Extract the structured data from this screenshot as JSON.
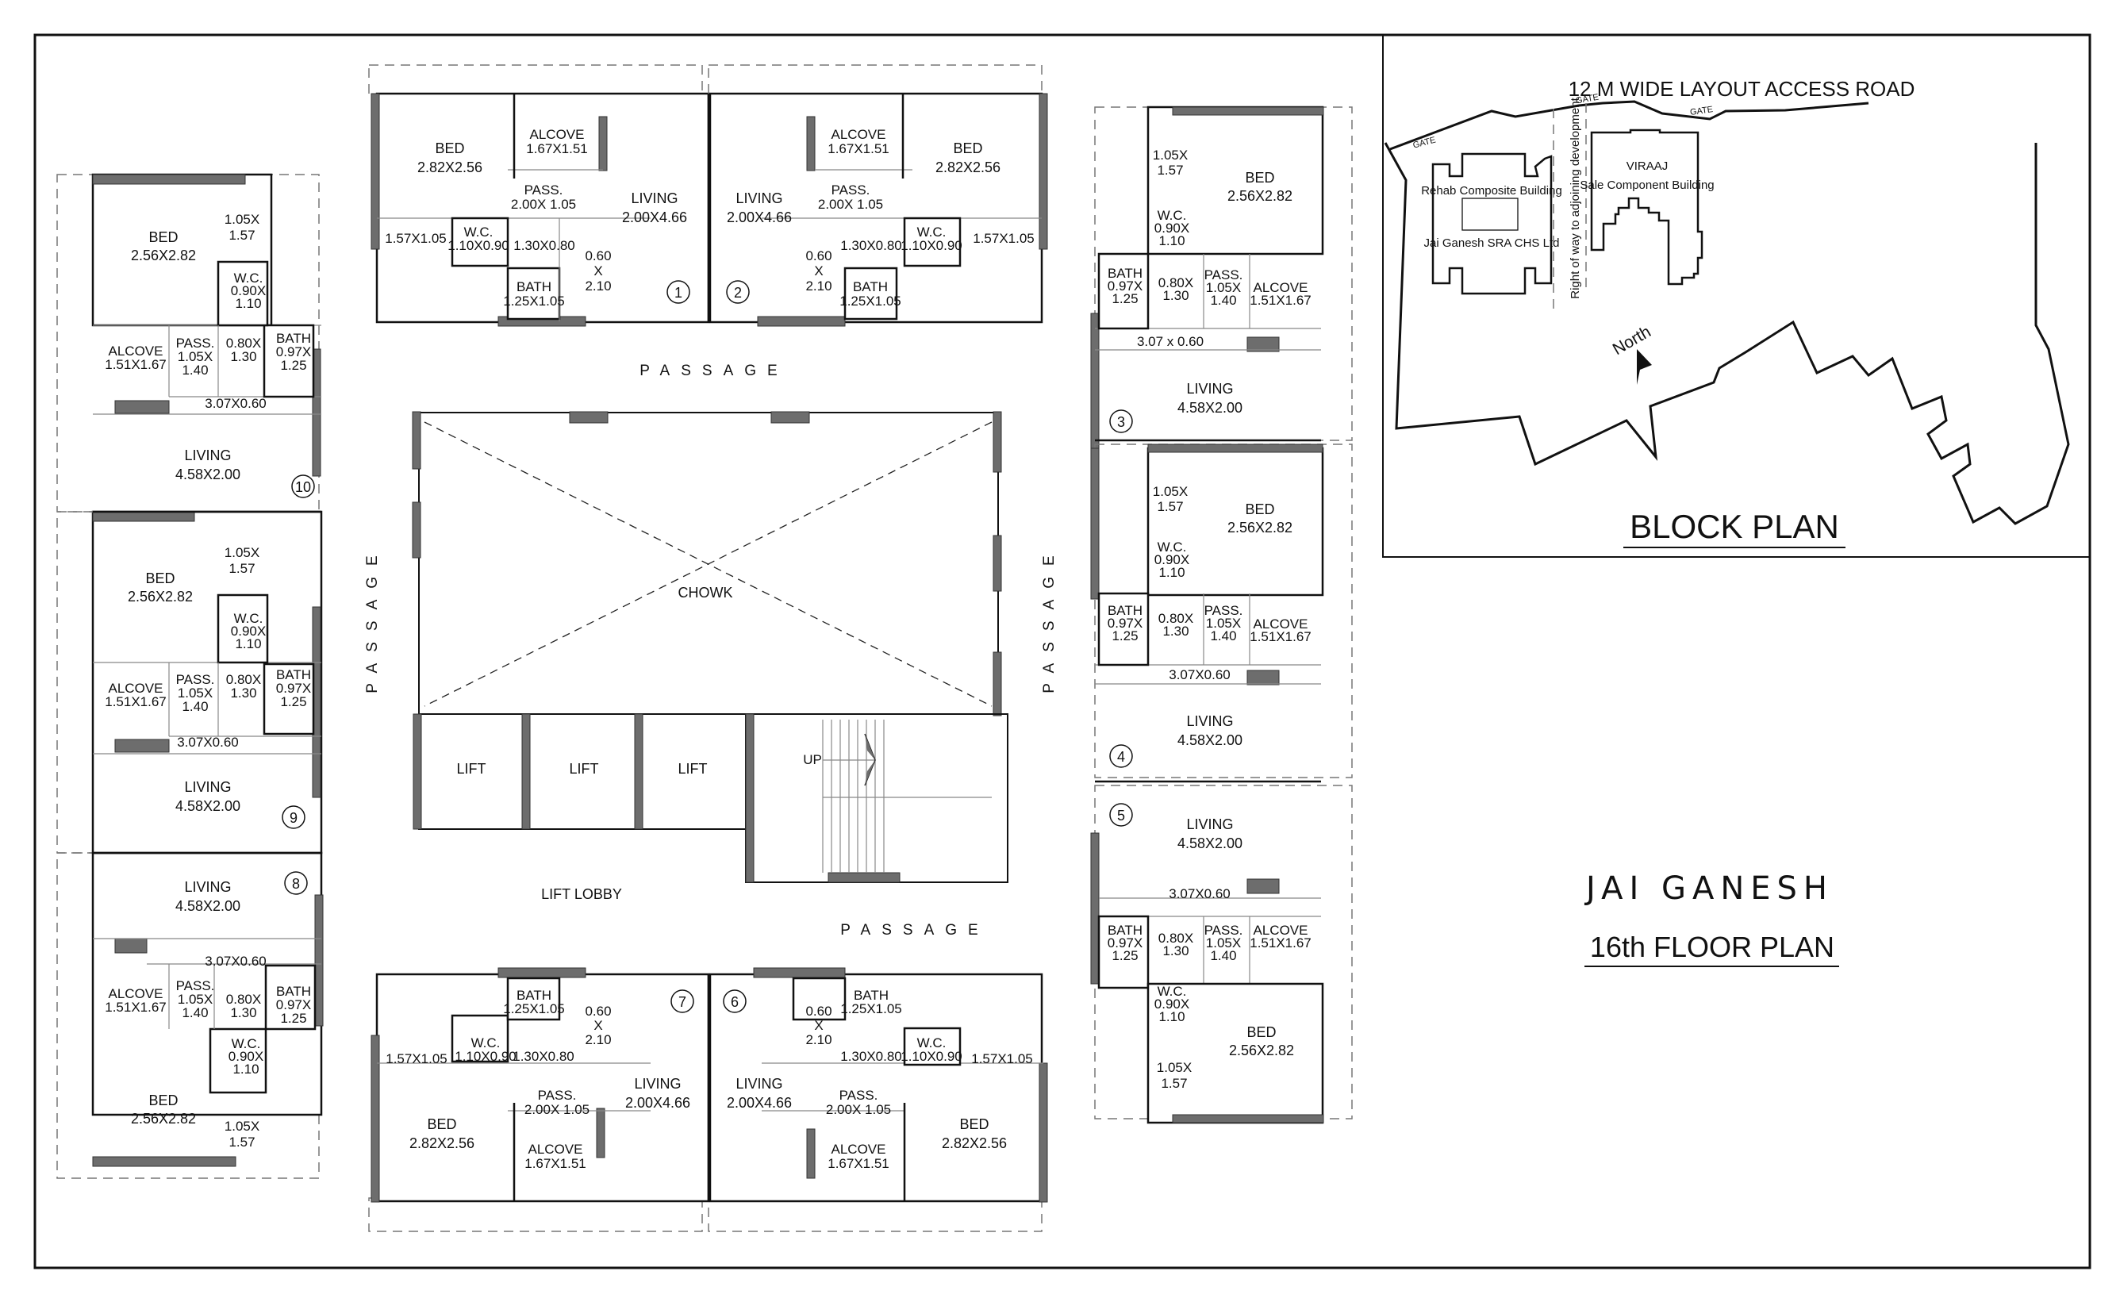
{
  "title": "JAI GANESH",
  "subtitle": "16th FLOOR PLAN",
  "block_plan": {
    "heading": "BLOCK PLAN",
    "road": "12 M WIDE LAYOUT ACCESS ROAD",
    "gate": "GATE",
    "rehab_building": "Rehab Composite Building",
    "rehab_society": "Jai Ganesh SRA CHS Ltd",
    "right_of_way": "Right of way to adjoining development",
    "sale_name": "VIRAAJ",
    "sale_building": "Sale Component Building",
    "north": "North"
  },
  "common": {
    "passage": "PASSAGE",
    "chowk": "CHOWK",
    "lift": "LIFT",
    "lift_lobby": "LIFT LOBBY",
    "up": "UP"
  },
  "rooms": {
    "bed": "BED",
    "living": "LIVING",
    "alcove": "ALCOVE",
    "pass": "PASS.",
    "wc": "W.C.",
    "bath": "BATH",
    "bed_a": "2.82X2.56",
    "bed_b": "2.56X2.82",
    "living_a": "2.00X4.66",
    "living_b": "4.58X2.00",
    "alcove_a": "1.67X1.51",
    "alcove_b": "1.51X1.67",
    "pass_a": "2.00X 1.05",
    "pass_b1": "1.05X",
    "pass_b2": "1.40",
    "wc_a": "1.10X0.90",
    "wc_b1": "0.90X",
    "wc_b2": "1.10",
    "bath_a": "1.25X1.05",
    "bath_b1": "0.97X",
    "bath_b2": "1.25",
    "store_a": "1.57X1.05",
    "store_b1": "1.05X",
    "store_b2": "1.57",
    "dress_a": "1.30X0.80",
    "dress_b1": "0.80X",
    "dress_b2": "1.30",
    "duct1": "0.60",
    "duct2": "X",
    "duct3": "2.10",
    "balcony": "3.07X0.60",
    "balcony_alt": "3.07 x 0.60"
  },
  "units": [
    "1",
    "2",
    "3",
    "4",
    "5",
    "6",
    "7",
    "8",
    "9",
    "10"
  ]
}
